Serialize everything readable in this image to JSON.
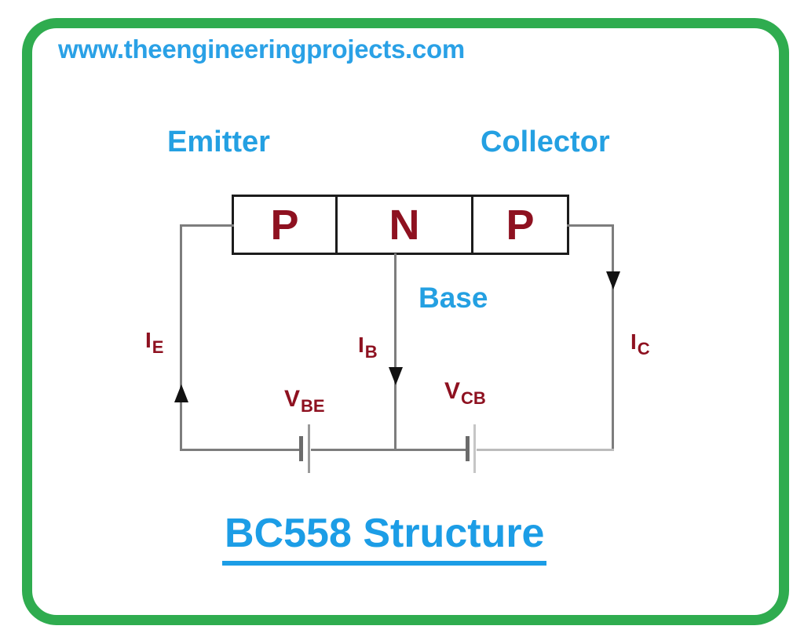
{
  "website": "www.theengineeringprojects.com",
  "title": "BC558 Structure",
  "labels": {
    "emitter": "Emitter",
    "collector": "Collector",
    "base": "Base"
  },
  "regions": [
    {
      "label": "P"
    },
    {
      "label": "N"
    },
    {
      "label": "P"
    }
  ],
  "currents": {
    "emitter": {
      "symbol": "I",
      "sub": "E"
    },
    "base": {
      "symbol": "I",
      "sub": "B"
    },
    "collector": {
      "symbol": "I",
      "sub": "C"
    }
  },
  "voltages": {
    "base_emitter": {
      "symbol": "V",
      "sub": "BE"
    },
    "collector_base": {
      "symbol": "V",
      "sub": "CB"
    }
  },
  "colors": {
    "frame_green": "#2fac4f",
    "accent_blue": "#24a0e2",
    "dark_red": "#8e1120",
    "wire_gray": "#7d7d7d",
    "box_border_black": "#1c1c1c"
  }
}
